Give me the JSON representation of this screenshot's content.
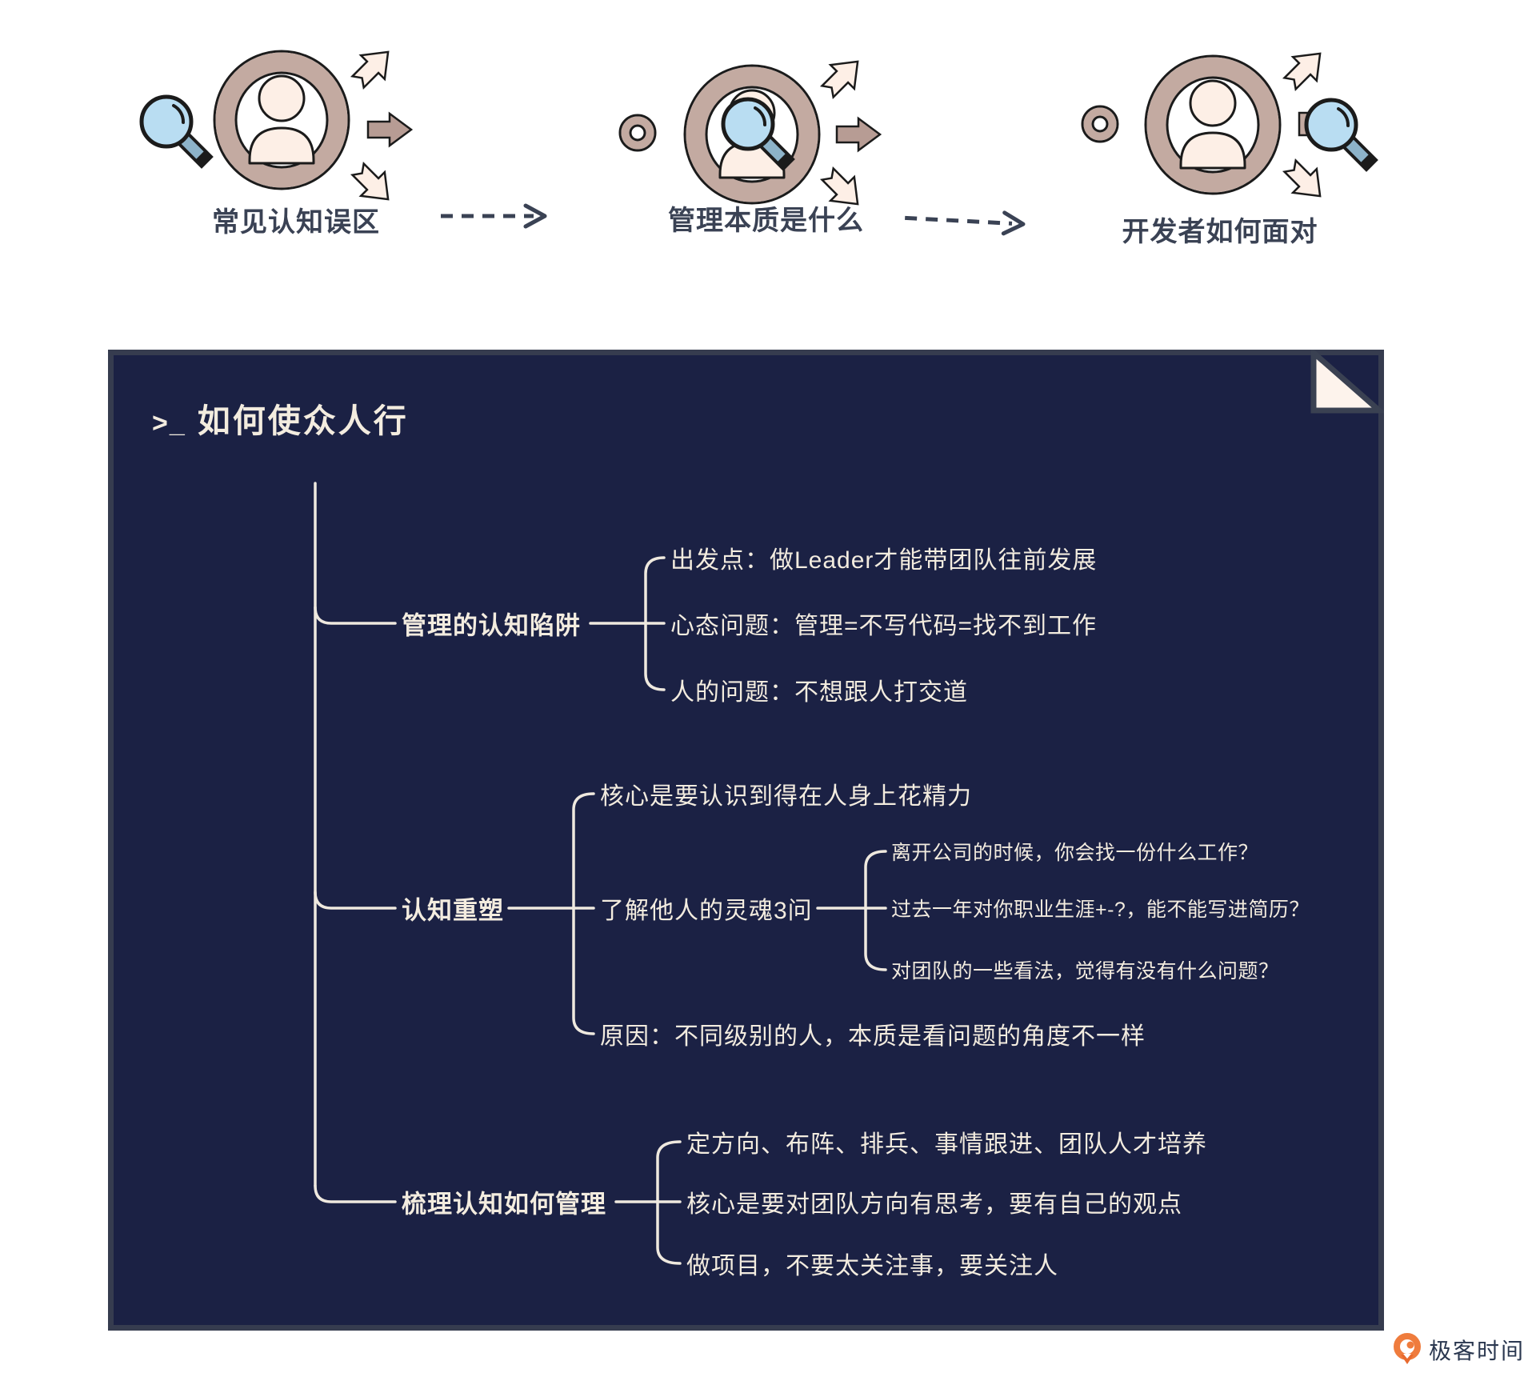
{
  "colors": {
    "card_bg": "#1b2144",
    "card_border": "#363c4f",
    "card_text_cream": "#f3ecdf",
    "top_label_dark": "#3a4254",
    "ring_mauve": "#c3aaa1",
    "arrow_mauve": "#b79c94",
    "person_peach": "#fdefe6",
    "magnifier_blue": "#b9ddf2",
    "logo_orange": "#ef7c3d"
  },
  "top_flow": {
    "steps": [
      {
        "label": "常见认知误区",
        "icon": "person-circle-magnifier-left-icon"
      },
      {
        "label": "管理本质是什么",
        "icon": "person-circle-magnifier-overlay-icon"
      },
      {
        "label": "开发者如何面对",
        "icon": "person-circle-magnifier-right-icon"
      }
    ],
    "connector_icon": "dashed-arrow-right-icon"
  },
  "card": {
    "title_prompt": ">_",
    "title": "如何使众人行",
    "branches": [
      {
        "label": "管理的认知陷阱",
        "children": [
          {
            "text": "出发点：做Leader才能带团队往前发展"
          },
          {
            "text": "心态问题：管理=不写代码=找不到工作"
          },
          {
            "text": "人的问题：不想跟人打交道"
          }
        ]
      },
      {
        "label": "认知重塑",
        "children": [
          {
            "text": "核心是要认识到得在人身上花精力"
          },
          {
            "text": "了解他人的灵魂3问",
            "children": [
              "离开公司的时候，你会找一份什么工作？",
              "过去一年对你职业生涯+-?，能不能写进简历？",
              "对团队的一些看法，觉得有没有什么问题？"
            ]
          },
          {
            "text": "原因：不同级别的人，本质是看问题的角度不一样"
          }
        ]
      },
      {
        "label": "梳理认知如何管理",
        "children": [
          {
            "text": "定方向、布阵、排兵、事情跟进、团队人才培养"
          },
          {
            "text": "核心是要对团队方向有思考，要有自己的观点"
          },
          {
            "text": "做项目，不要太关注事，要关注人"
          }
        ]
      }
    ]
  },
  "footer": {
    "logo_text": "极客时间"
  }
}
